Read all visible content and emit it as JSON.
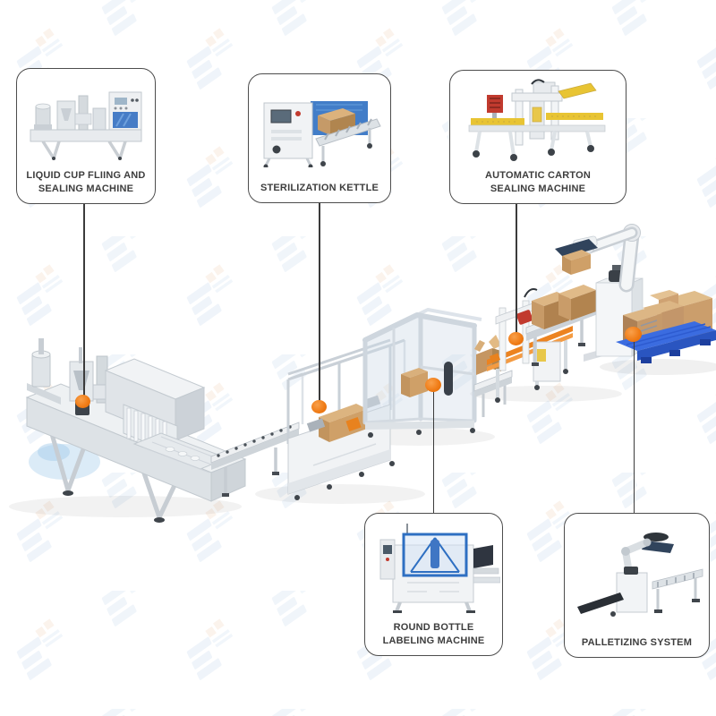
{
  "diagram": {
    "accent_orange": "#ef7a14",
    "connector_color": "#3b3b3b",
    "pallet_blue": "#3b6ce0",
    "carton_brown": "#c79a67",
    "machine_gray": "#e3e7ea",
    "watermark_letter": "E",
    "watermark_color": "#7fa8d4",
    "callouts": [
      {
        "id": "liquid-cup-filling-sealing",
        "label": "LIQUID CUP FLIING AND SEALING MACHINE",
        "image": "liquid-cup-filling-machine"
      },
      {
        "id": "sterilization-kettle",
        "label": "STERILIZATION KETTLE",
        "image": "sterilization-kettle-machine"
      },
      {
        "id": "automatic-carton-sealing",
        "label": "AUTOMATIC CARTON SEALING MACHINE",
        "image": "carton-sealing-machine"
      },
      {
        "id": "round-bottle-labeling",
        "label": "ROUND BOTTLE LABELING MACHINE",
        "image": "round-bottle-labeling-machine"
      },
      {
        "id": "palletizing-system",
        "label": "PALLETIZING SYSTEM",
        "image": "palletizing-robot"
      }
    ]
  }
}
